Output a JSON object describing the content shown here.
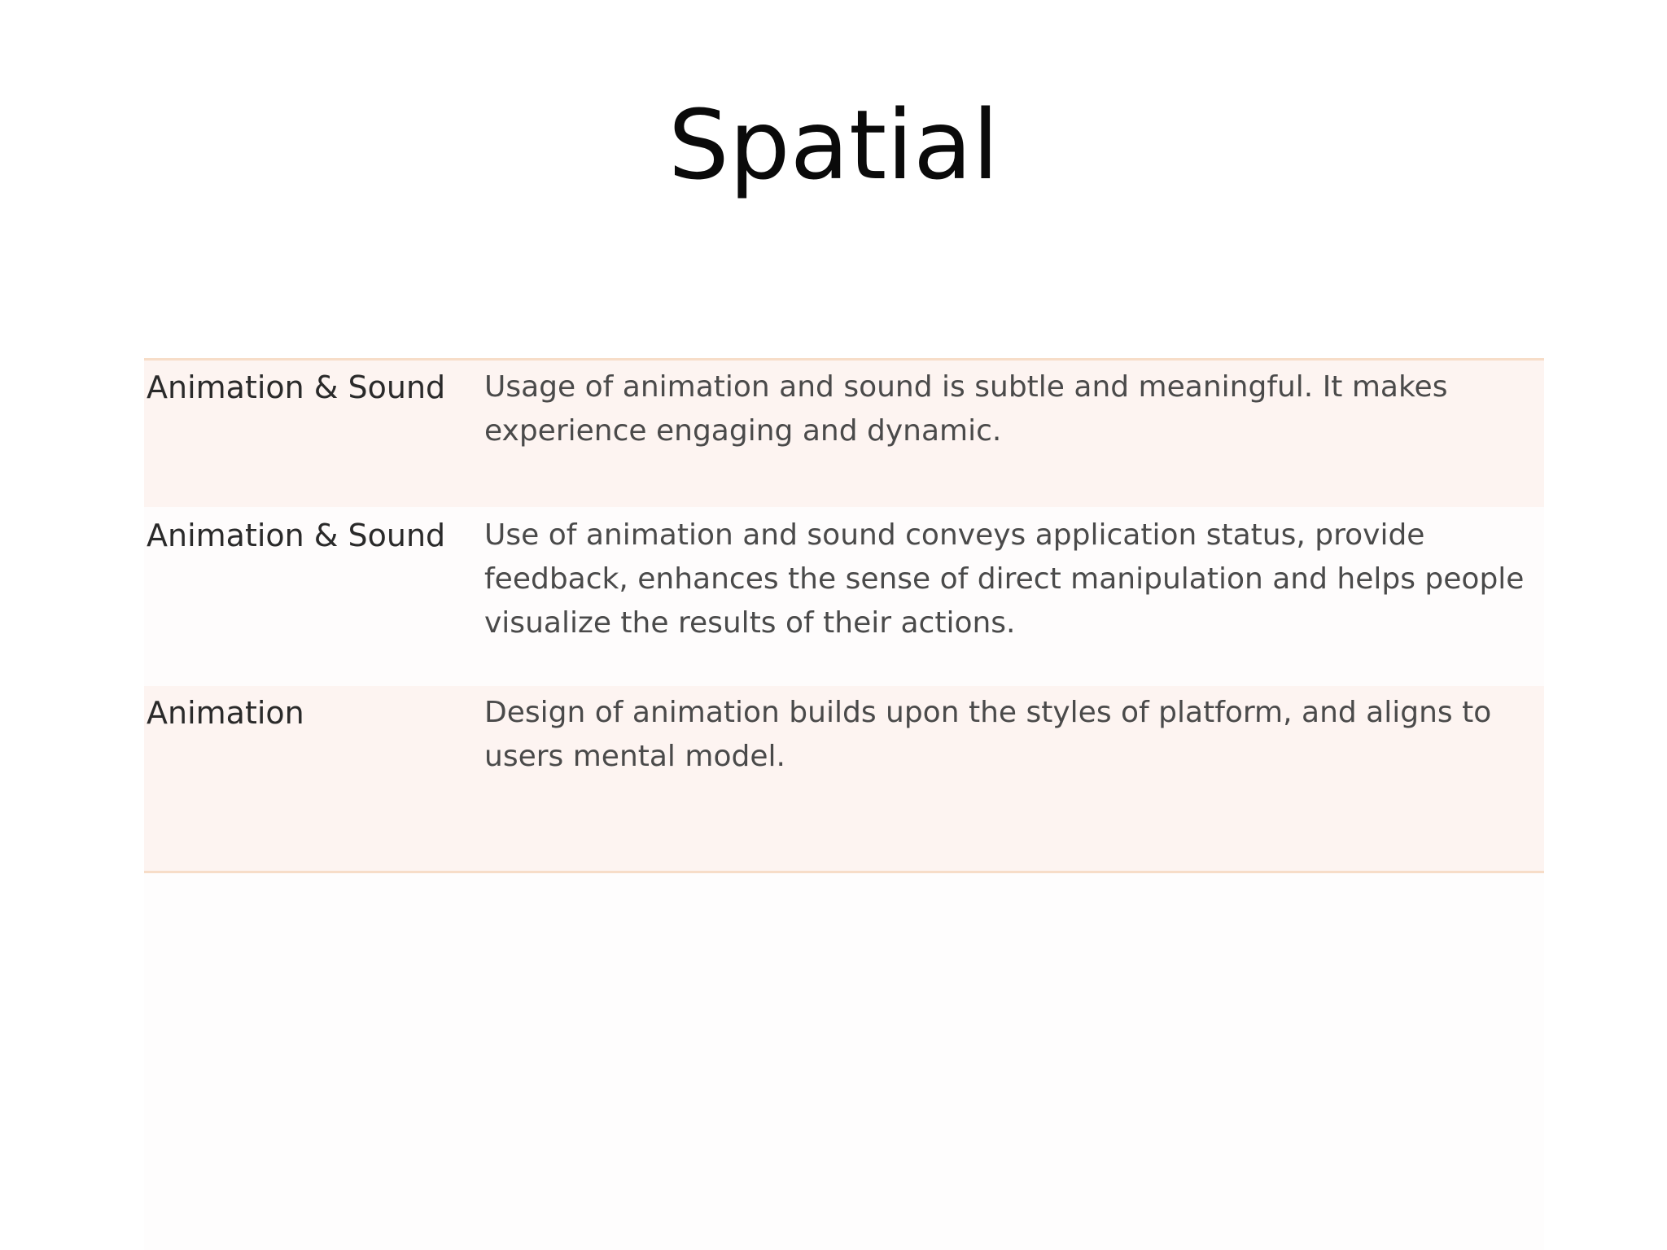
{
  "slide": {
    "title": "Spatial"
  },
  "table": {
    "rows": [
      {
        "label": "Animation & Sound",
        "description": "Usage of animation and sound is subtle and meaningful. It makes experience engaging and dynamic."
      },
      {
        "label": "Animation & Sound",
        "description": "Use of animation and sound conveys application status, provide feedback, enhances the sense of direct manipulation and helps people visualize the results of their actions."
      },
      {
        "label": "Animation",
        "description": "Design of animation builds upon the styles of platform, and aligns to users mental model."
      }
    ]
  },
  "colors": {
    "row_shade": "#fdf4f1",
    "row_plain": "#fefcfc",
    "table_border": "#f7ddc8",
    "title_text": "#0a0a0a",
    "label_text": "#2a2a2a",
    "description_text": "#4a4a4a"
  }
}
